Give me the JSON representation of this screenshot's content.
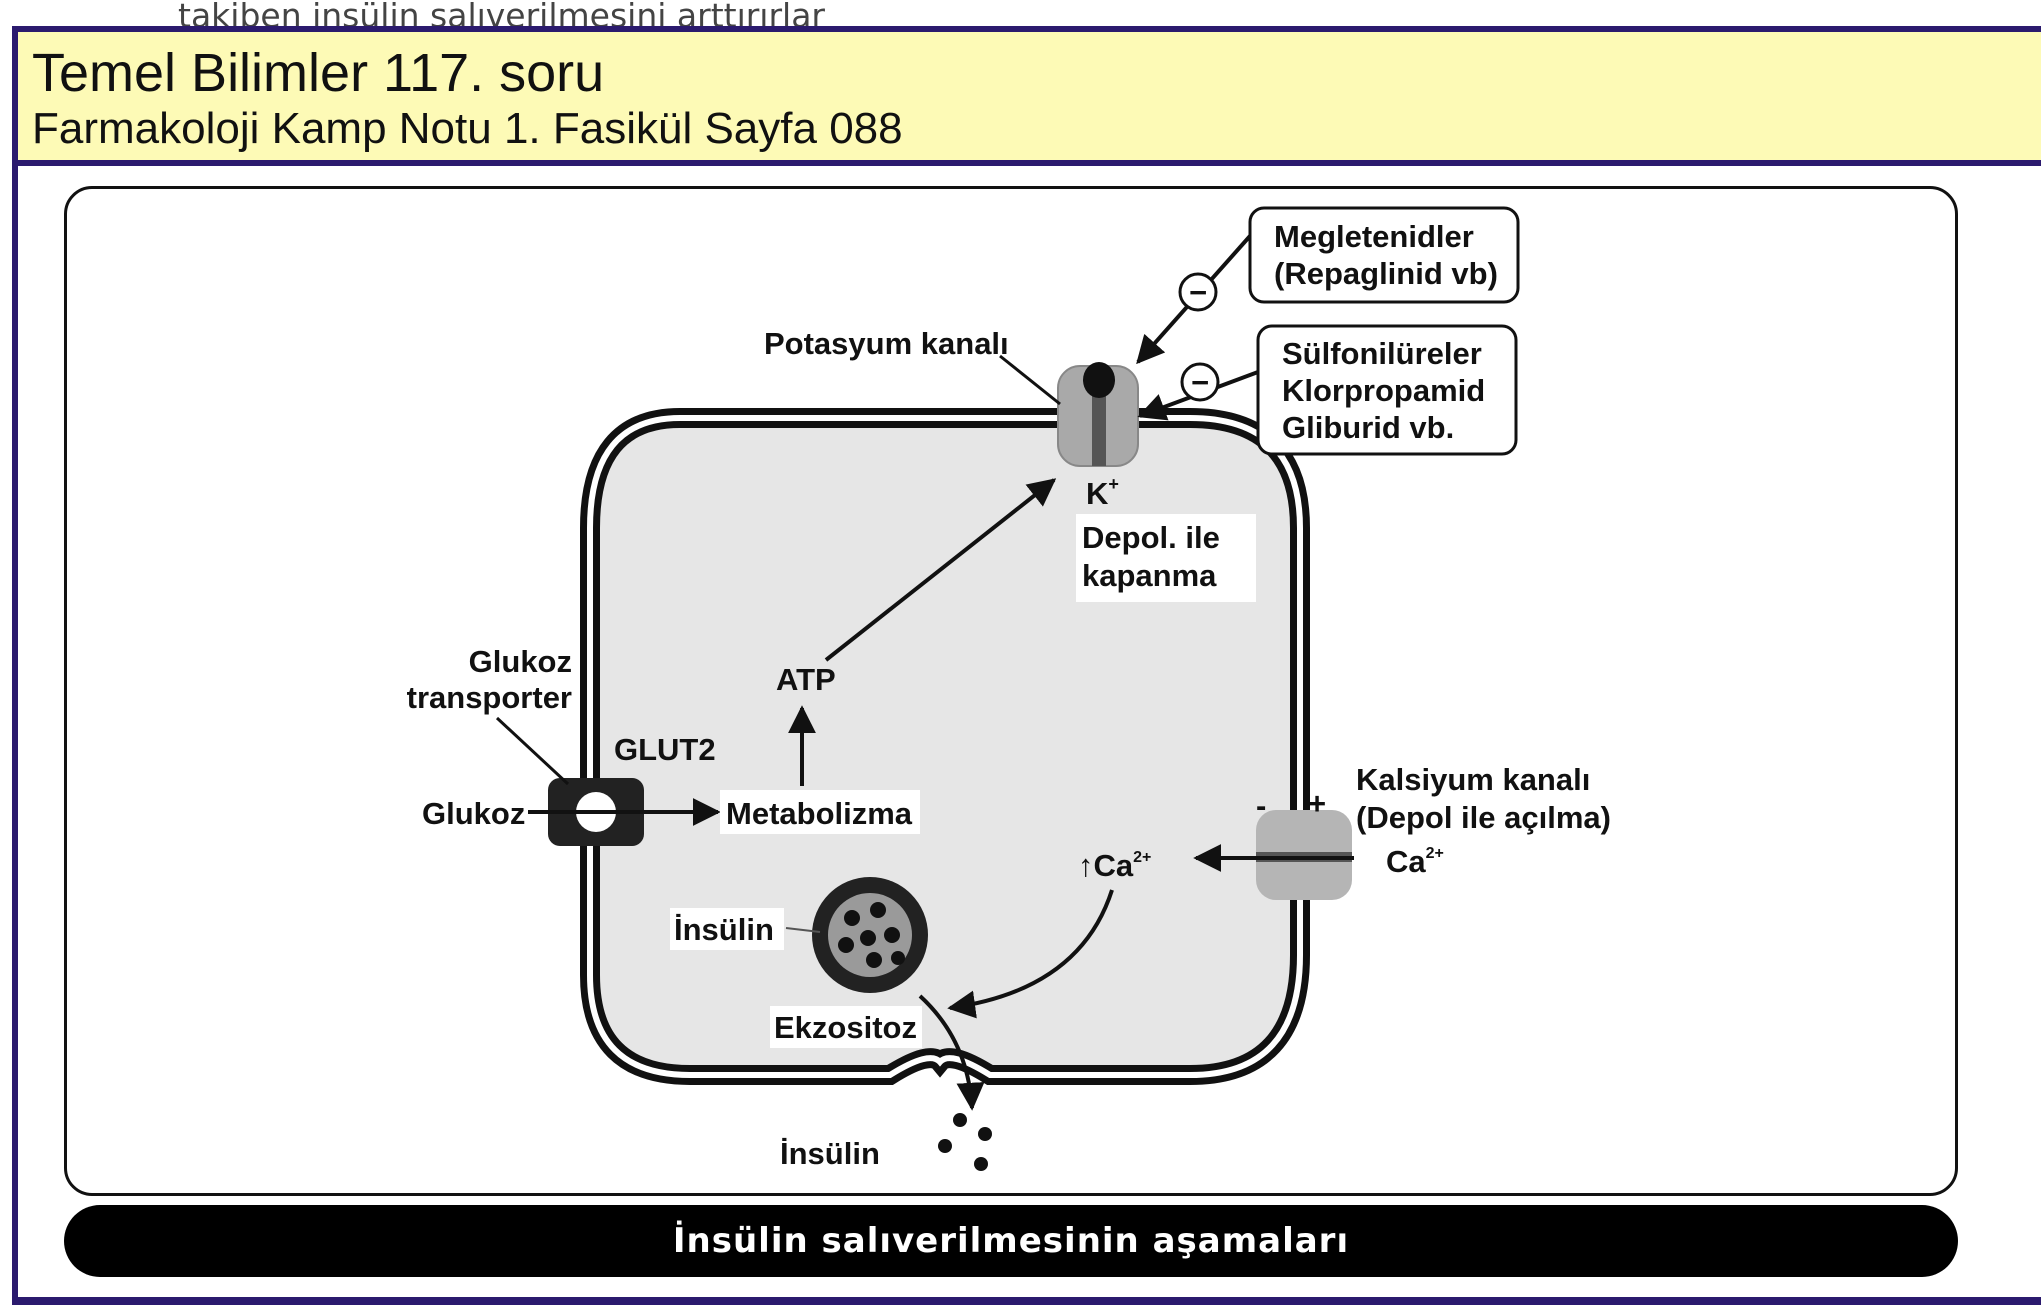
{
  "top_text": "takiben insülin salıverilmesini arttırırlar",
  "header": {
    "title": "Temel Bilimler 117. soru",
    "subtitle": "Farmakoloji Kamp Notu 1. Fasikül Sayfa 088"
  },
  "figure": {
    "caption": "İnsülin salıverilmesinin aşamaları",
    "labels": {
      "meglitinide_line1": "Megletenidler",
      "meglitinide_line2": "(Repaglinid vb)",
      "sulfonylurea_line1": "Sülfonilüreler",
      "sulfonylurea_line2": "Klorpropamid",
      "sulfonylurea_line3": "Gliburid vb.",
      "potassium_channel": "Potasyum kanalı",
      "potassium_ion": "K",
      "potassium_ion_sup": "+",
      "depol_close_line1": "Depol. ile",
      "depol_close_line2": "kapanma",
      "glucose_transporter_line1": "Glukoz",
      "glucose_transporter_line2": "transporter",
      "glut2": "GLUT2",
      "glucose": "Glukoz",
      "atp": "ATP",
      "metabolism": "Metabolizma",
      "calcium_channel_line1": "Kalsiyum kanalı",
      "calcium_channel_line2": "(Depol ile açılma)",
      "minus_sign": "-",
      "plus_sign": "+",
      "calcium_outside": "Ca",
      "calcium_outside_sup": "2+",
      "calcium_inside": "↑Ca",
      "calcium_inside_sup": "2+",
      "insulin_granule": "İnsülin",
      "exocytosis": "Ekzositoz",
      "insulin_released": "İnsülin",
      "inhibition_symbol": "−"
    }
  },
  "colors": {
    "frame": "#2b1a6e",
    "header_bg": "#fdfab6",
    "cell_fill": "#e6e6e6",
    "caption_bg": "#000000"
  }
}
